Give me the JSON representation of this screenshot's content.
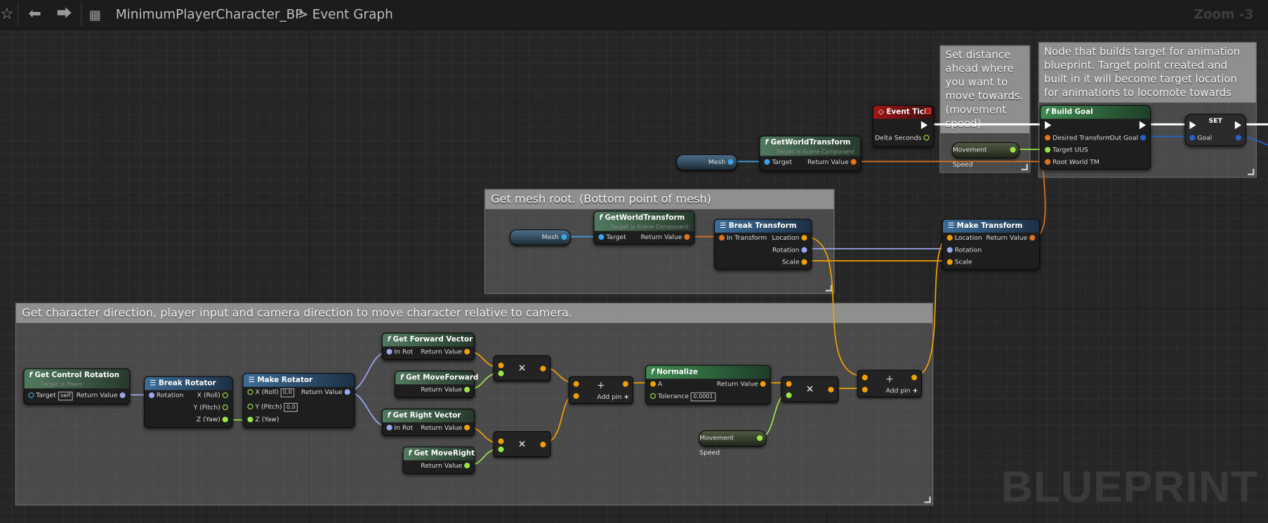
{
  "toolbar": {
    "star_icon": "star-icon",
    "back_icon": "arrow-left-icon",
    "forward_icon": "arrow-right-icon",
    "graph_icon": "graph-icon",
    "blueprint_name": "MinimumPlayerCharacter_BP",
    "separator": ">",
    "graph_name": "Event Graph",
    "zoom": "Zoom -3"
  },
  "comments": {
    "set_distance": "Set distance ahead where you want to move towards. (movement speed)",
    "build_goal_note": "Node that builds target for animation blueprint. Target point created and built in it will become target location for animations to locomote towards",
    "mesh_root": "Get mesh root. (Bottom point of mesh)",
    "character_direction": "Get character direction, player input and camera direction to move character relative to camera."
  },
  "nodes": {
    "event_tick": {
      "title": "Event Tick",
      "delta": "Delta Seconds"
    },
    "get_world_transform_top": {
      "title": "GetWorldTransform",
      "subtitle": "Target is Scene Component",
      "target": "Target",
      "ret": "Return Value"
    },
    "mesh_var_top": "Mesh",
    "movement_speed_top": "Movement Speed",
    "build_goal": {
      "title": "Build Goal",
      "desired": "Desired Transform",
      "target_uus": "Target UUS",
      "root": "Root World TM",
      "out": "Out Goal"
    },
    "set": {
      "title": "SET",
      "goal": "Goal"
    },
    "get_world_transform_mid": {
      "title": "GetWorldTransform",
      "subtitle": "Target is Scene Component",
      "target": "Target",
      "ret": "Return Value"
    },
    "mesh_var_mid": "Mesh",
    "break_transform": {
      "title": "Break Transform",
      "in": "In Transform",
      "loc": "Location",
      "rot": "Rotation",
      "scale": "Scale"
    },
    "make_transform": {
      "title": "Make Transform",
      "loc": "Location",
      "rot": "Rotation",
      "scale": "Scale",
      "ret": "Return Value"
    },
    "get_control_rotation": {
      "title": "Get Control Rotation",
      "subtitle": "Target is Pawn",
      "target": "Target",
      "self": "self",
      "ret": "Return Value"
    },
    "break_rotator": {
      "title": "Break Rotator",
      "rot": "Rotation",
      "x": "X (Roll)",
      "y": "Y (Pitch)",
      "z": "Z (Yaw)"
    },
    "make_rotator": {
      "title": "Make Rotator",
      "x": "X (Roll)",
      "x_val": "0,0",
      "y": "Y (Pitch)",
      "y_val": "0,0",
      "z": "Z (Yaw)",
      "ret": "Return Value"
    },
    "get_forward_vector": {
      "title": "Get Forward Vector",
      "in": "In Rot",
      "ret": "Return Value"
    },
    "get_move_forward": {
      "title": "Get MoveForward",
      "ret": "Return Value"
    },
    "get_right_vector": {
      "title": "Get Right Vector",
      "in": "In Rot",
      "ret": "Return Value"
    },
    "get_move_right": {
      "title": "Get MoveRight",
      "ret": "Return Value"
    },
    "multiply_symbol": "×",
    "add_pin": "Add pin",
    "add_symbol": "+",
    "normalize": {
      "title": "Normalize",
      "a": "A",
      "tolerance": "Tolerance",
      "tol_val": "0,0001",
      "ret": "Return Value"
    },
    "movement_speed_bottom": "Movement Speed"
  },
  "watermark": "BLUEPRINT",
  "colors": {
    "exec": "#ffffff",
    "vector": "#f0a000",
    "float": "#9be54b",
    "object": "#3aa6e8",
    "transform": "#e0731d",
    "rotator": "#9aa8f0",
    "struct": "#2563c9"
  }
}
